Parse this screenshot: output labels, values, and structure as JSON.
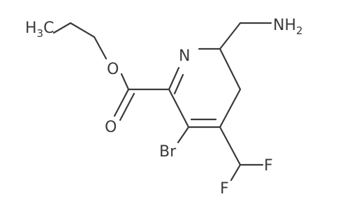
{
  "molecule": {
    "atoms": {
      "methyl": {
        "main": "H",
        "sub": "3",
        "tail": "C"
      },
      "amine": {
        "main": "NH",
        "sub": "2"
      },
      "ester_o": "O",
      "carbonyl_o": "O",
      "ring_n": "N",
      "bromine": "Br",
      "fluorine_1": "F",
      "fluorine_2": "F"
    }
  }
}
